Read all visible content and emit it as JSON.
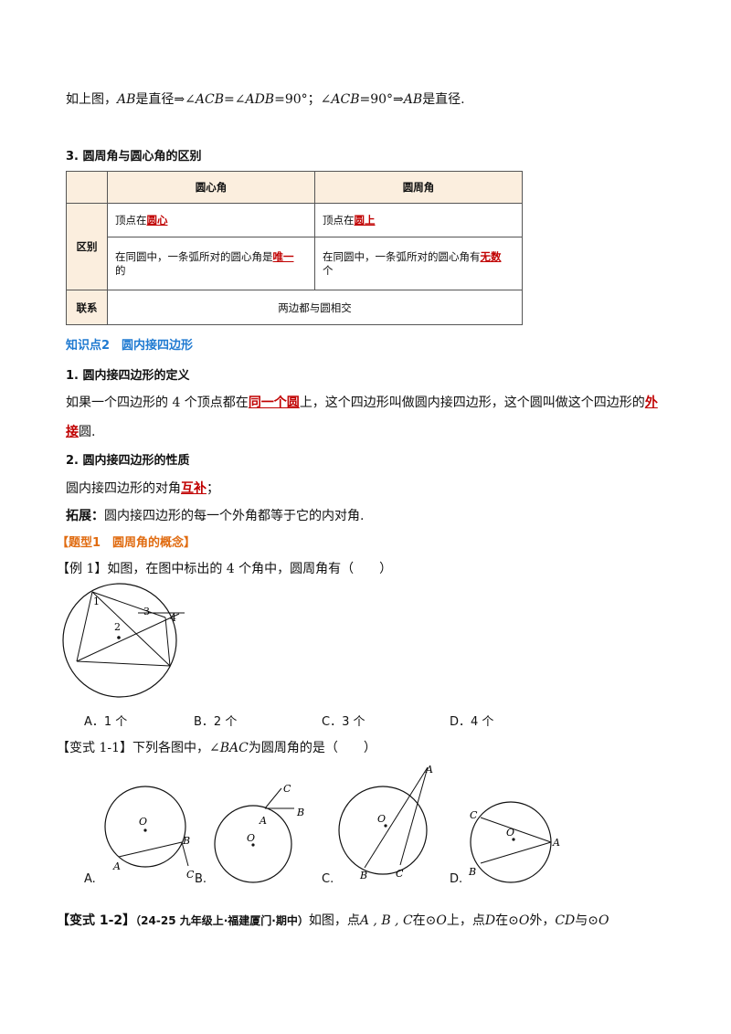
{
  "intro": {
    "p1": "如上图，",
    "ab1": "AB",
    "p2": "是直径⇒∠",
    "acb1": "ACB",
    "p3": "=∠",
    "adb": "ADB",
    "p4": "=90°；∠",
    "acb2": "ACB",
    "p5": "=90°⇒",
    "ab2": "AB",
    "p6": "是直径."
  },
  "section3": {
    "title": "3. 圆周角与圆心角的区别"
  },
  "table": {
    "col1": "圆心角",
    "col2": "圆周角",
    "row_diff": "区别",
    "r1c1_pre": "顶点在",
    "r1c1_red": "圆心",
    "r1c2_pre": "顶点在",
    "r1c2_red": "圆上",
    "r2c1_pre": "在同圆中，一条弧所对的圆心角是",
    "r2c1_red": "唯一",
    "r2c1_post": "的",
    "r2c2_pre": "在同圆中，一条弧所对的圆心角有",
    "r2c2_red": "无数",
    "r2c2_post": "个",
    "row_link": "联系",
    "link_text": "两边都与圆相交"
  },
  "kp2": {
    "title": "知识点2　圆内接四边形"
  },
  "def": {
    "title": "1. 圆内接四边形的定义",
    "pre": "如果一个四边形的 4 个顶点都在",
    "red1": "同一个圆",
    "mid": "上，这个四边形叫做圆内接四边形，这个圆叫做这个四边形的",
    "red2a": "外",
    "red2b": "接",
    "post": "圆."
  },
  "prop": {
    "title": "2. 圆内接四边形的性质",
    "pre": "圆内接四边形的对角",
    "red": "互补",
    "post": "；",
    "ext_label": "拓展：",
    "ext_text": "圆内接四边形的每一个外角都等于它的内对角."
  },
  "type1": {
    "title": "【题型1　圆周角的概念】"
  },
  "ex1": {
    "text": "【例 1】如图，在图中标出的 4 个角中，圆周角有（　　）",
    "labels": [
      "1",
      "2",
      "3",
      "4"
    ],
    "options": [
      "A．1 个",
      "B．2 个",
      "C．3 个",
      "D．4 个"
    ]
  },
  "var11": {
    "pre": "【变式 1-1】下列各图中，∠",
    "bac": "BAC",
    "post": "为圆周角的是（　　）",
    "options": [
      "A.",
      "B.",
      "C.",
      "D."
    ],
    "O": "O",
    "A": "A",
    "B": "B",
    "C": "C"
  },
  "var12": {
    "label": "【变式 1-2】",
    "src": "（24-25 九年级上·福建厦门·期中）",
    "p1": "如图，点",
    "abc": "A , B , C",
    "p2": "在⊙",
    "o1": "O",
    "p3": "上，点",
    "d": "D",
    "p4": "在⊙",
    "o2": "O",
    "p5": "外，",
    "cd": "CD",
    "p6": "与⊙",
    "o3": "O"
  }
}
